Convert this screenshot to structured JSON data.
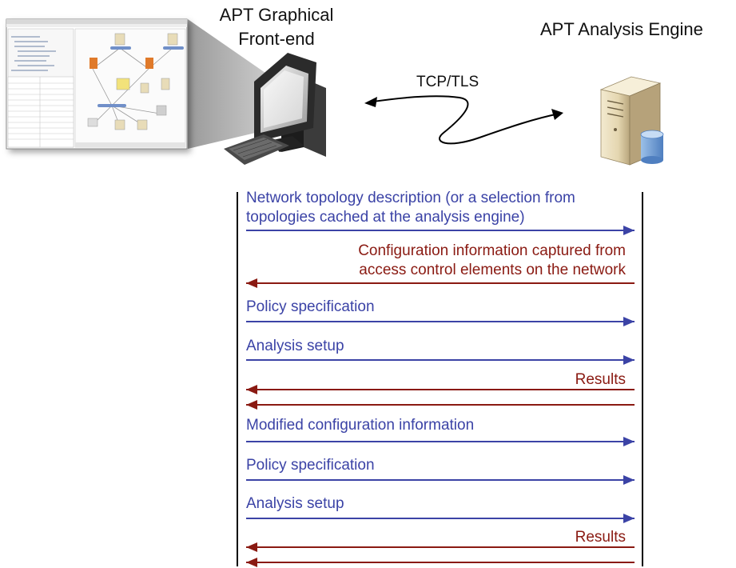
{
  "frontend": {
    "title_line1": "APT Graphical",
    "title_line2": "Front-end"
  },
  "engine": {
    "title": "APT Analysis Engine"
  },
  "connection": {
    "label": "TCP/TLS"
  },
  "messages": [
    {
      "direction": "to-engine",
      "lines": [
        "Network topology description (or a selection from",
        "topologies cached at the analysis engine)"
      ]
    },
    {
      "direction": "to-frontend",
      "lines": [
        "Configuration information captured from",
        "access control elements on the network"
      ]
    },
    {
      "direction": "to-engine",
      "lines": [
        "Policy specification"
      ]
    },
    {
      "direction": "to-engine",
      "lines": [
        "Analysis setup"
      ]
    },
    {
      "direction": "to-frontend",
      "lines": [
        "Results"
      ]
    },
    {
      "direction": "to-frontend",
      "lines": [
        ""
      ]
    },
    {
      "direction": "to-engine",
      "lines": [
        "Modified configuration information"
      ]
    },
    {
      "direction": "to-engine",
      "lines": [
        "Policy specification"
      ]
    },
    {
      "direction": "to-engine",
      "lines": [
        "Analysis setup"
      ]
    },
    {
      "direction": "to-frontend",
      "lines": [
        "Results"
      ]
    },
    {
      "direction": "to-frontend",
      "lines": [
        ""
      ]
    }
  ],
  "colors": {
    "to_engine": "#3b43a6",
    "to_frontend": "#8a1a12"
  },
  "icons": {
    "frontend": "desktop-computer-icon",
    "engine": "server-with-database-icon",
    "screenshot": "gui-screenshot-thumbnail"
  }
}
